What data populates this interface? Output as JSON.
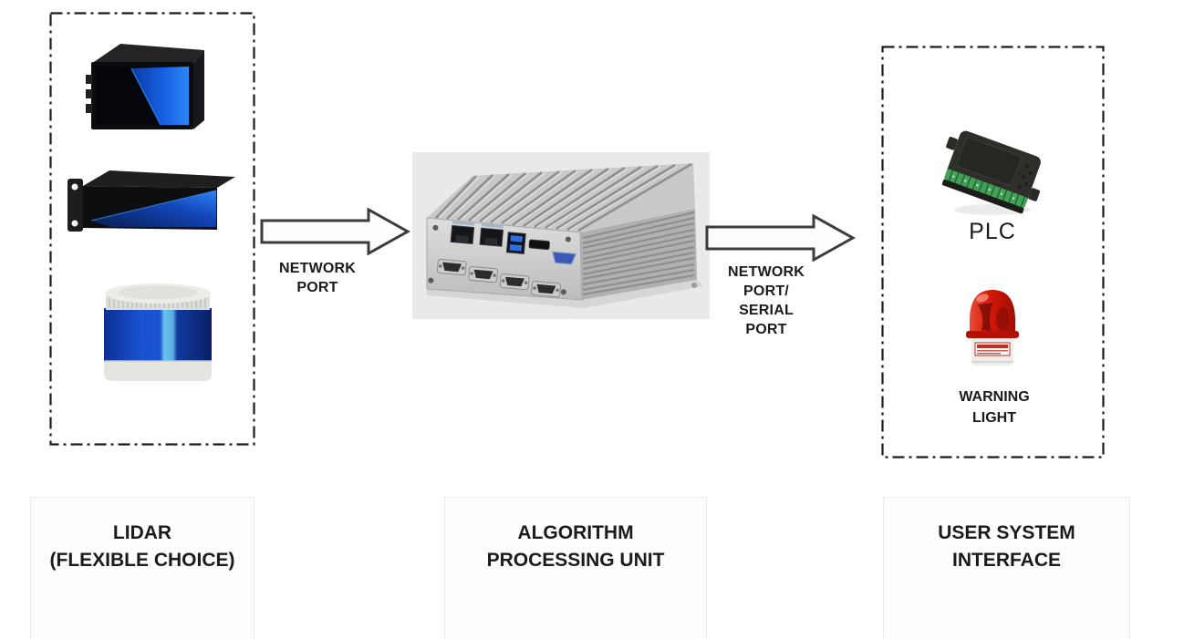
{
  "figure": {
    "type": "system-architecture-diagram",
    "groups": {
      "lidar": {
        "caption": "LIDAR\n(FLEXIBLE CHOICE)",
        "devices": [
          {
            "icon": "box-lidar-image"
          },
          {
            "icon": "flat-lidar-image"
          },
          {
            "icon": "puck-lidar-image"
          }
        ]
      },
      "processing": {
        "caption": "ALGORITHM\nPROCESSING UNIT",
        "device_icon": "industrial-pc-image"
      },
      "user_system": {
        "caption": "USER SYSTEM\nINTERFACE",
        "plc": {
          "label": "PLC",
          "icon": "plc-image"
        },
        "warning_light": {
          "label": "WARNING\nLIGHT",
          "icon": "warning-light-image"
        }
      }
    },
    "connections": [
      {
        "icon": "block-arrow-right-icon",
        "label": "NETWORK\nPORT"
      },
      {
        "icon": "block-arrow-right-icon",
        "label": "NETWORK\nPORT/\nSERIAL\nPORT"
      }
    ],
    "colors": {
      "lidar_blue": "#1560e0",
      "pc_image_background": "#e9e9e9",
      "plc_terminal_green": "#43a058",
      "warning_light_red": "#c81408",
      "arrow_outline": "#3c3c3c",
      "dashed_box": "#1c1c1c",
      "text": "#1b1b1b"
    }
  }
}
